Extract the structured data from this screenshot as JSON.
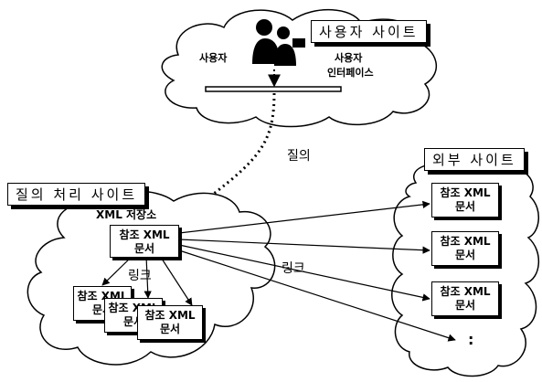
{
  "user_site": {
    "title": "사용자 사이트",
    "user_label": "사용자",
    "interface_label_line1": "사용자",
    "interface_label_line2": "인터페이스"
  },
  "query_label": "질의",
  "query_site": {
    "title": "질의 처리 사이트",
    "repository_label": "XML 저장소"
  },
  "external_site": {
    "title": "외부 사이트"
  },
  "link_labels": [
    "링크",
    "링크"
  ],
  "document": {
    "line1": "참조 XML",
    "line2": "문서"
  },
  "ellipsis": ":"
}
